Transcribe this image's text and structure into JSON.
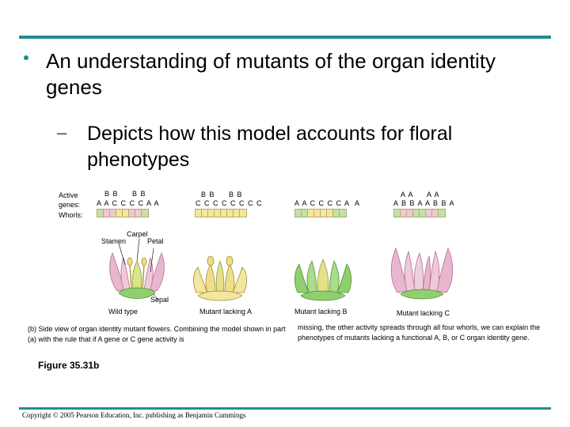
{
  "slide": {
    "bullet1": "An understanding of mutants of the organ identity genes",
    "bullet2": "Depicts how this model accounts for floral phenotypes"
  },
  "figure": {
    "row_labels": {
      "active": "Active",
      "genes": "genes:",
      "whorls": "Whorls:"
    },
    "columns": [
      {
        "top_genes": "B B     B B",
        "bottom_genes": "A A C C C C A A",
        "caption": "Wild type"
      },
      {
        "top_genes": "B B     B B",
        "bottom_genes": "C C C C C C C C",
        "caption": "Mutant lacking A"
      },
      {
        "top_genes": "",
        "bottom_genes": "A A C C C C A  A",
        "caption": "Mutant lacking B"
      },
      {
        "top_genes": "A A     A A",
        "bottom_genes": "A B B A A B B A",
        "caption": "Mutant lacking C"
      }
    ],
    "parts": {
      "carpel": "Carpel",
      "petal": "Petal",
      "stamen": "Stamen",
      "sepal": "Sepal"
    },
    "caption_left": "(b) Side view of organ identity mutant flowers. Combining the model shown in part (a) with the rule that if A gene or C gene activity is",
    "caption_right": "missing, the other activity spreads through all four whorls, we can explain the phenotypes of mutants lacking a functional A, B, or C organ identity gene.",
    "figure_number": "Figure 35.31b"
  },
  "footer": {
    "copyright": "Copyright © 2005 Pearson Education, Inc. publishing as Benjamin Cummings"
  },
  "colors": {
    "accent": "#1e8e8e",
    "petal": "#e8b6cf",
    "stamen": "#f0df8a",
    "sepal": "#8fcf70"
  }
}
